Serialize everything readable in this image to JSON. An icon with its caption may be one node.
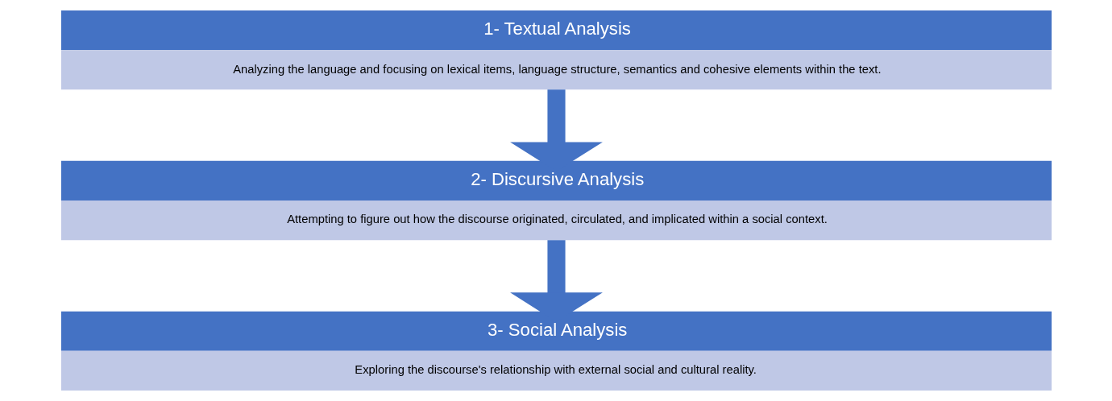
{
  "diagram": {
    "nodes": [
      {
        "text": [
          "1- Textual Analysis",
          "Analyzing the language and focusing on lexical items, language structure, semantics and cohesive elements within the text."
        ]
      },
      {
        "text": [
          "2- Discursive Analysis",
          "Attempting to figure out how the discourse originated, circulated, and implicated within a social context."
        ]
      },
      {
        "text": [
          "3- Social Analysis",
          "Exploring the discourse's relationship with external social and cultural reality."
        ]
      }
    ],
    "edges": [
      {
        "from": 0,
        "to": 1,
        "arrow": "to"
      },
      {
        "from": 1,
        "to": 2,
        "arrow": "to"
      }
    ]
  }
}
